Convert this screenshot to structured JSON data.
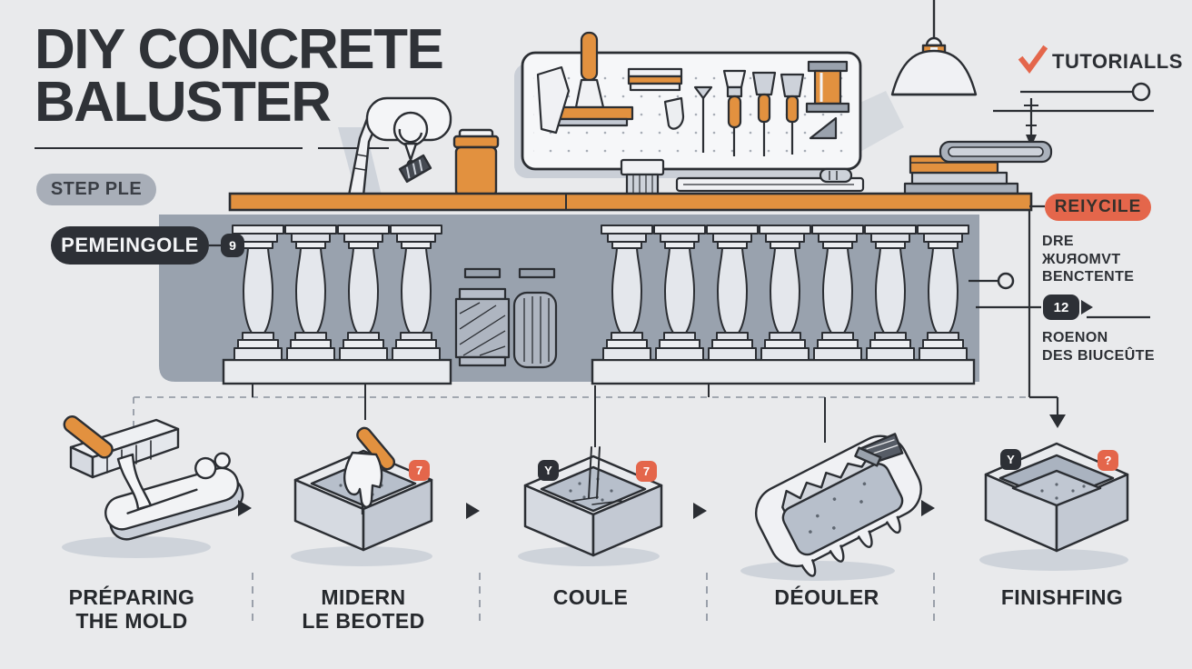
{
  "title": {
    "line1": "DIY CONCRETE",
    "line2": "BALUSTER"
  },
  "left_badges": {
    "step_pill": "STEP PLE",
    "name_pill": "PEMEINGOLE",
    "name_badge_number": "9"
  },
  "header_right": {
    "label": "TUTORIALLS",
    "icon": "check-icon"
  },
  "right_panel": {
    "recycle_pill": "REIYCILE",
    "note1_lines": [
      "DRE",
      "ЖUЯOMVT",
      "BENCTENTE"
    ],
    "step_badge_number": "12",
    "note2_lines": [
      "ROENON",
      "DES BIUCEÛTE"
    ]
  },
  "steps": [
    {
      "label_lines": [
        "PRÉPARING",
        "THE MOLD"
      ],
      "badges": []
    },
    {
      "label_lines": [
        "MIDERN",
        "LE BEOTED"
      ],
      "badges": [
        {
          "text": "7",
          "color": "#e4664b"
        }
      ]
    },
    {
      "label_lines": [
        "COULE"
      ],
      "badges": [
        {
          "text": "Y",
          "color": "#2d3036"
        },
        {
          "text": "7",
          "color": "#e4664b"
        }
      ]
    },
    {
      "label_lines": [
        "DÉOULER"
      ],
      "badges": []
    },
    {
      "label_lines": [
        "FINISHFING"
      ],
      "badges": [
        {
          "text": "Y",
          "color": "#2d3036"
        },
        {
          "text": "?",
          "color": "#e4664b"
        }
      ]
    }
  ],
  "colors": {
    "background": "#e9eaec",
    "ink": "#2b2e33",
    "panel_gray": "#99a2ae",
    "bench_orange": "#e2913f",
    "accent_orange": "#e4664b",
    "pill_dark": "#2d3036",
    "pill_gray": "#a8aeb8"
  }
}
